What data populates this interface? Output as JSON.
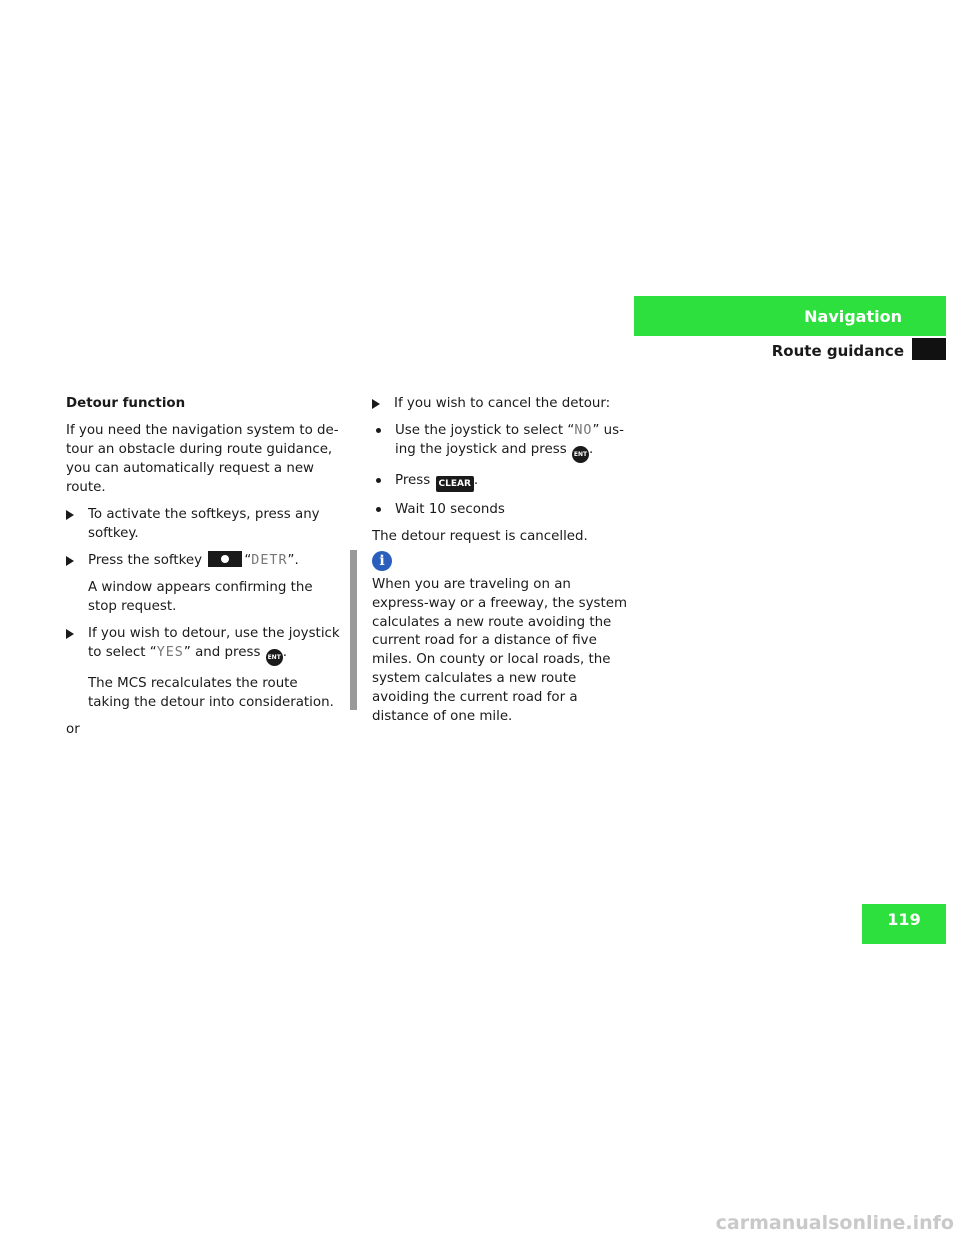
{
  "header": {
    "section": "Navigation",
    "subsection": "Route guidance"
  },
  "page_number": "119",
  "left_column": {
    "heading": "Detour function",
    "intro": "If you need the navigation system to de-tour an obstacle during route guidance, you can automatically request a new route.",
    "step1": "To activate the softkeys, press any softkey.",
    "step2_before": "Press the softkey",
    "step2_quote_open": "“",
    "step2_value": "DETR",
    "step2_after": "”.",
    "step2_result": "A window appears confirming the stop request.",
    "step3_before": "If you wish to detour, use the joystick to select “",
    "step3_value": "YES",
    "step3_middle": "” and press",
    "step3_after": ".",
    "step3_result": "The MCS recalculates the route taking the detour into consideration.",
    "or": "or"
  },
  "right_column": {
    "step_cancel": "If you wish to cancel the detour:",
    "bullet1_before": "Use the joystick to select “",
    "bullet1_value": "NO",
    "bullet1_middle": "” us-ing the joystick and press",
    "bullet1_after": ".",
    "bullet2_before": "Press",
    "bullet2_after": ".",
    "bullet3": "Wait 10 seconds",
    "result": "The detour request is cancelled.",
    "info_icon_glyph": "i",
    "info_text": "When you are traveling on an express-way or a freeway, the system calculates a new route avoiding the current road for a distance of five miles. On county or local roads, the system calculates a new route avoiding the current road for a distance of one mile."
  },
  "keys": {
    "ent_label": "ENT",
    "clear_label": "CLEAR"
  },
  "watermark": "carmanualsonline.info",
  "colors": {
    "accent_green": "#2ee03e",
    "info_blue": "#2a5fbd",
    "info_bar_gray": "#999999"
  }
}
